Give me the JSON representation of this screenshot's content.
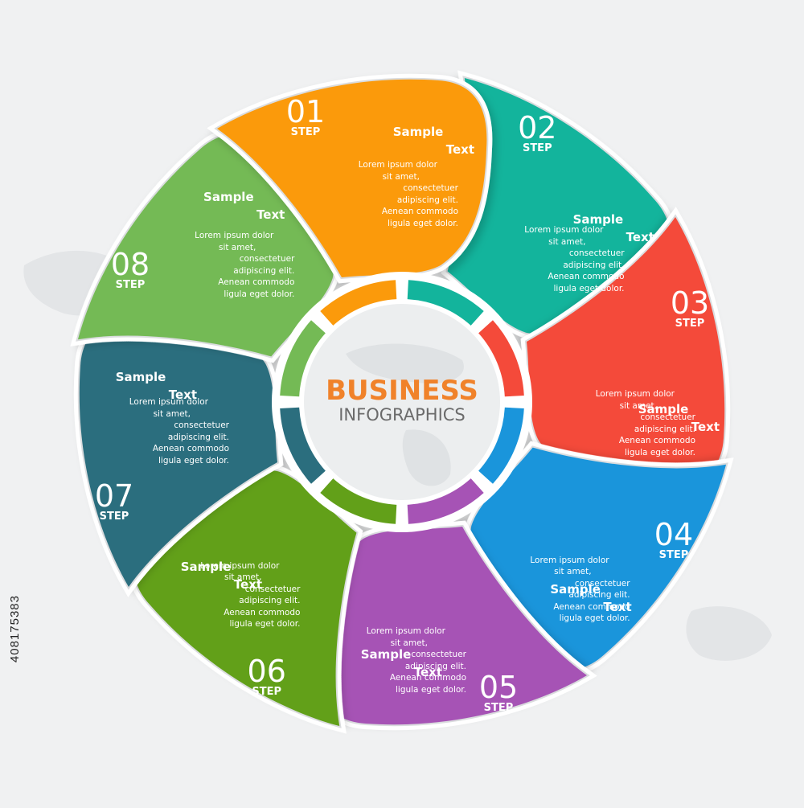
{
  "title": {
    "business": "BUSINESS",
    "infographics": "INFOGRAPHICS",
    "business_color": "#f0822a",
    "infographics_color": "#6b6b6b"
  },
  "stock_id": "408175383",
  "steps": [
    {
      "number": "01",
      "word": "STEP",
      "heading_1": "Sample",
      "heading_2": "Text",
      "color": "#fb9a0b",
      "lines": [
        "Lorem ipsum dolor",
        "sit amet,",
        "consectetuer",
        "adipiscing elit.",
        "Aenean commodo",
        "ligula eget dolor."
      ]
    },
    {
      "number": "02",
      "word": "STEP",
      "heading_1": "Sample",
      "heading_2": "Text",
      "color": "#13b49c",
      "lines": [
        "Lorem ipsum dolor",
        "sit amet,",
        "consectetuer",
        "adipiscing elit.",
        "Aenean commodo",
        "ligula eget dolor."
      ]
    },
    {
      "number": "03",
      "word": "STEP",
      "heading_1": "Sample",
      "heading_2": "Text",
      "color": "#f44a3a",
      "lines": [
        "Lorem ipsum dolor",
        "sit amet,",
        "consectetuer",
        "adipiscing elit.",
        "Aenean commodo",
        "ligula eget dolor."
      ]
    },
    {
      "number": "04",
      "word": "STEP",
      "heading_1": "Sample",
      "heading_2": "Text",
      "color": "#1a95db",
      "lines": [
        "Lorem ipsum dolor",
        "sit amet,",
        "consectetuer",
        "adipiscing elit.",
        "Aenean commodo",
        "ligula eget dolor."
      ]
    },
    {
      "number": "05",
      "word": "STEP",
      "heading_1": "Sample",
      "heading_2": "Text",
      "color": "#a653b5",
      "lines": [
        "Lorem ipsum dolor",
        "sit amet,",
        "consectetuer",
        "adipiscing elit.",
        "Aenean commodo",
        "ligula eget dolor."
      ]
    },
    {
      "number": "06",
      "word": "STEP",
      "heading_1": "Sample",
      "heading_2": "Text",
      "color": "#62a019",
      "lines": [
        "Lorem ipsum dolor",
        "sit amet,",
        "consectetuer",
        "adipiscing elit.",
        "Aenean commodo",
        "ligula eget dolor."
      ]
    },
    {
      "number": "07",
      "word": "STEP",
      "heading_1": "Sample",
      "heading_2": "Text",
      "color": "#2b6e7e",
      "lines": [
        "Lorem ipsum dolor",
        "sit amet,",
        "consectetuer",
        "adipiscing elit.",
        "Aenean commodo",
        "ligula eget dolor."
      ]
    },
    {
      "number": "08",
      "word": "STEP",
      "heading_1": "Sample",
      "heading_2": "Text",
      "color": "#74ba55",
      "lines": [
        "Lorem ipsum dolor",
        "sit amet,",
        "consectetuer",
        "adipiscing elit.",
        "Aenean commodo",
        "ligula eget dolor."
      ]
    }
  ]
}
